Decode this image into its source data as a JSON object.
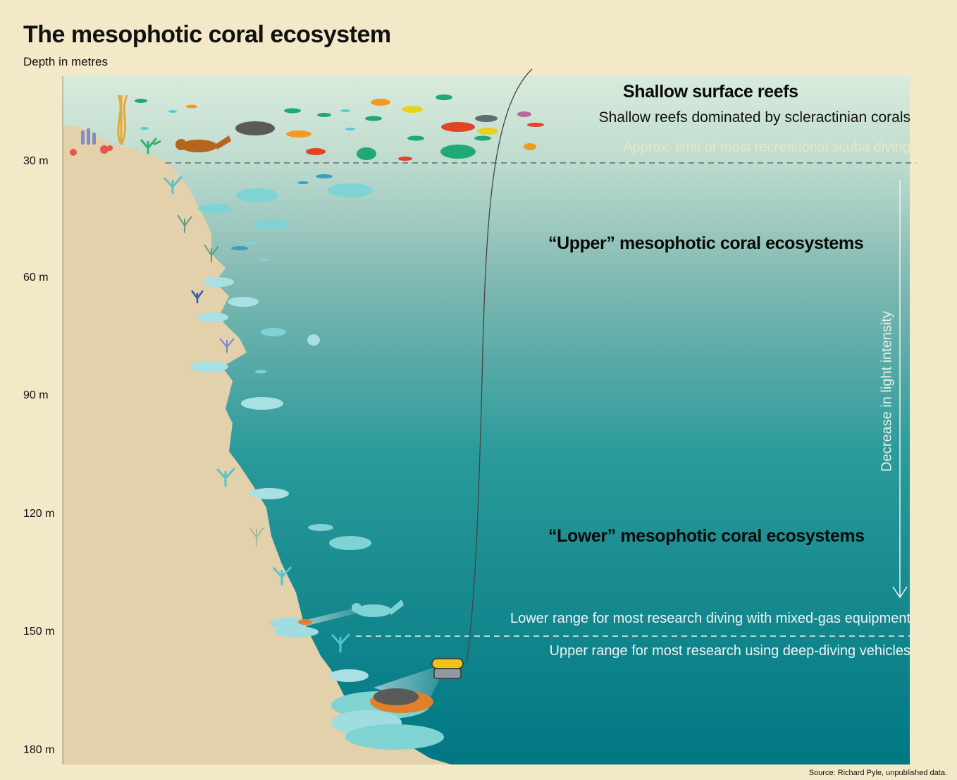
{
  "header": {
    "title": "The mesophotic coral ecosystem",
    "subtitle": "Depth in metres"
  },
  "axis": {
    "ticks": [
      {
        "label": "30 m",
        "depth": 30
      },
      {
        "label": "60 m",
        "depth": 60
      },
      {
        "label": "90 m",
        "depth": 90
      },
      {
        "label": "120 m",
        "depth": 120
      },
      {
        "label": "150 m",
        "depth": 150
      },
      {
        "label": "180 m",
        "depth": 180
      }
    ]
  },
  "zones": {
    "shallow_title": "Shallow surface reefs",
    "shallow_desc": "Shallow reefs dominated by scleractinian corals",
    "scuba_limit": "Approx. limit of most recreational scuba diving",
    "upper": "“Upper” mesophotic coral ecosystems",
    "lower": "“Lower” mesophotic coral ecosystems",
    "mixed_gas": "Lower range for most research diving with mixed-gas equipment",
    "vehicles": "Upper range for most research using deep-diving vehicles"
  },
  "light_arrow_label": "Decrease in light intensity",
  "source": "Source: Richard Pyle, unpublished data.",
  "colors": {
    "background": "#f3e8c8",
    "water_top": "#d6e9da",
    "water_bottom": "#007a86",
    "reef": "#e3d1ac",
    "fish_teal": "#7fd3d3",
    "fish_orange": "#f39a1e",
    "fish_red": "#e0452a",
    "fish_green": "#2db36a"
  }
}
